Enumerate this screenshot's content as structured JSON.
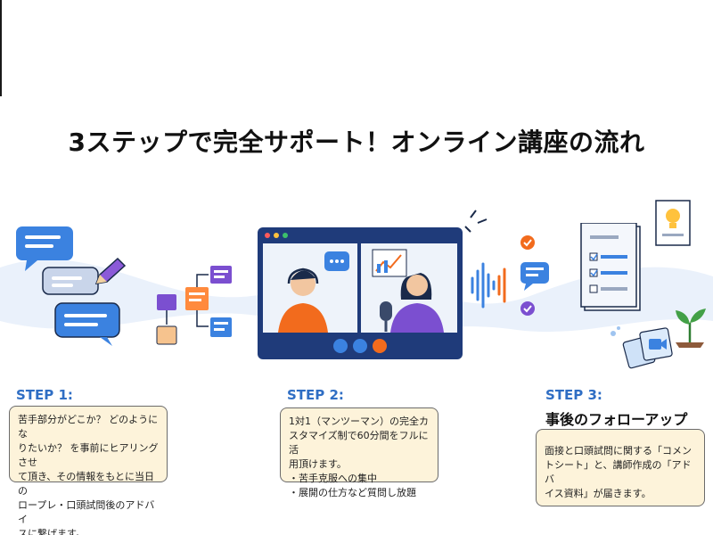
{
  "title": "3ステップで完全サポート！オンライン講座の流れ",
  "colors": {
    "accent_blue": "#2f6ec4",
    "card_fill": "#fdf3da",
    "card_border": "#6b6b6b",
    "orange": "#f26b1d",
    "purple": "#7b4fd0"
  },
  "steps": [
    {
      "label": "STEP 1:",
      "lines": [
        "苦手部分がどこか？ どのようにな",
        "りたいか？ を事前にヒアリングさせ",
        "て頂き、その情報をもとに当日の",
        "ロープレ・口頭試問後のアドバイ",
        "スに繋げます。"
      ]
    },
    {
      "label": "STEP 2:",
      "lines": [
        "1対1（マンツーマン）の完全カ",
        "スタマイズ制で60分間をフルに活",
        "用頂けます。",
        "・苦手克服への集中",
        "・展開の仕方など質問し放題"
      ]
    },
    {
      "label": "STEP 3:",
      "subtitle": "事後のフォローアップ",
      "lines": [
        "面接と口頭試問に関する「コメン",
        "トシート」と、講師作成の「アドバ",
        "イス資料」が届きます。"
      ]
    }
  ],
  "icons": [
    "chat-bubbles-icon",
    "pencil-icon",
    "flowchart-icon",
    "video-call-icon",
    "microphone-icon",
    "sound-wave-icon",
    "checkmark-icon",
    "checklist-document-icon",
    "lightbulb-icon",
    "plant-icon",
    "video-file-icon"
  ]
}
